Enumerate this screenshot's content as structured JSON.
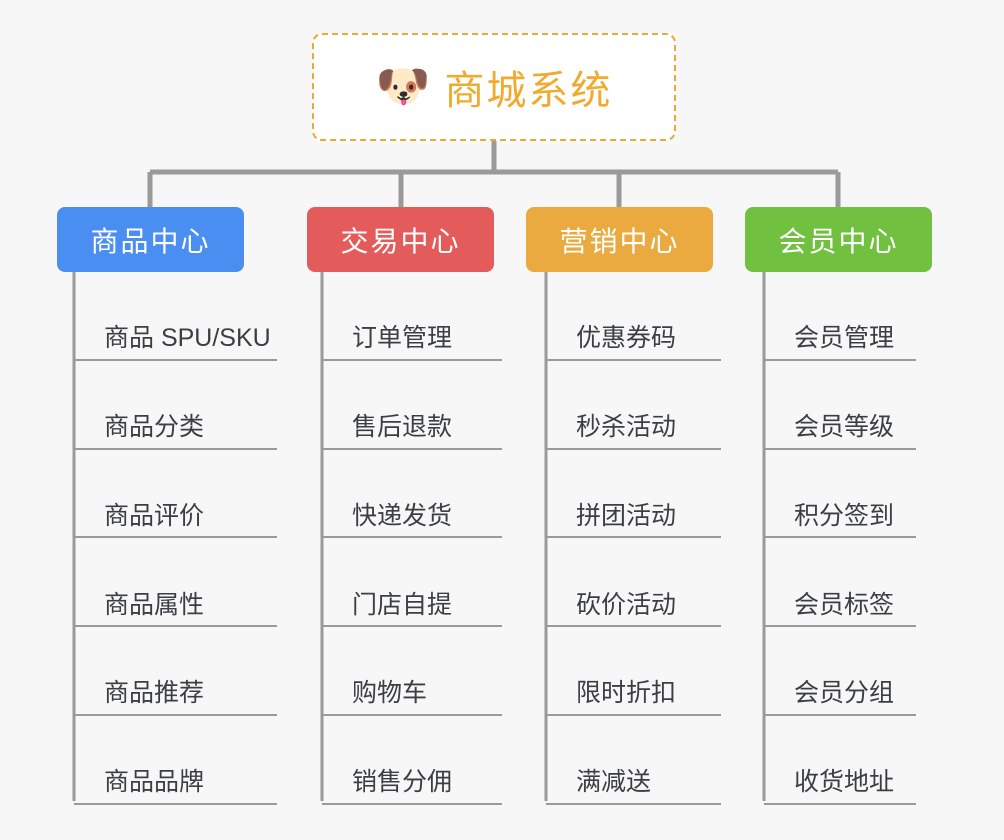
{
  "diagram": {
    "type": "org-chart",
    "background_color": "#f7f7f7",
    "connector_color": "#9a9a9a",
    "root": {
      "title": "商城系统",
      "icon": "shiba-inu-dog-face-emoji",
      "icon_glyph": "🐶",
      "text_color": "#f0ab2e",
      "border_color": "#e9a93a",
      "background_color": "#ffffff"
    },
    "categories": [
      {
        "label": "商品中心",
        "color": "#4a8ef2",
        "items": [
          "商品 SPU/SKU",
          "商品分类",
          "商品评价",
          "商品属性",
          "商品推荐",
          "商品品牌"
        ]
      },
      {
        "label": "交易中心",
        "color": "#e45b5b",
        "items": [
          "订单管理",
          "售后退款",
          "快递发货",
          "门店自提",
          "购物车",
          "销售分佣"
        ]
      },
      {
        "label": "营销中心",
        "color": "#eaaa3f",
        "items": [
          "优惠券码",
          "秒杀活动",
          "拼团活动",
          "砍价活动",
          "限时折扣",
          "满减送"
        ]
      },
      {
        "label": "会员中心",
        "color": "#72c040",
        "items": [
          "会员管理",
          "会员等级",
          "积分签到",
          "会员标签",
          "会员分组",
          "收货地址"
        ]
      }
    ]
  }
}
